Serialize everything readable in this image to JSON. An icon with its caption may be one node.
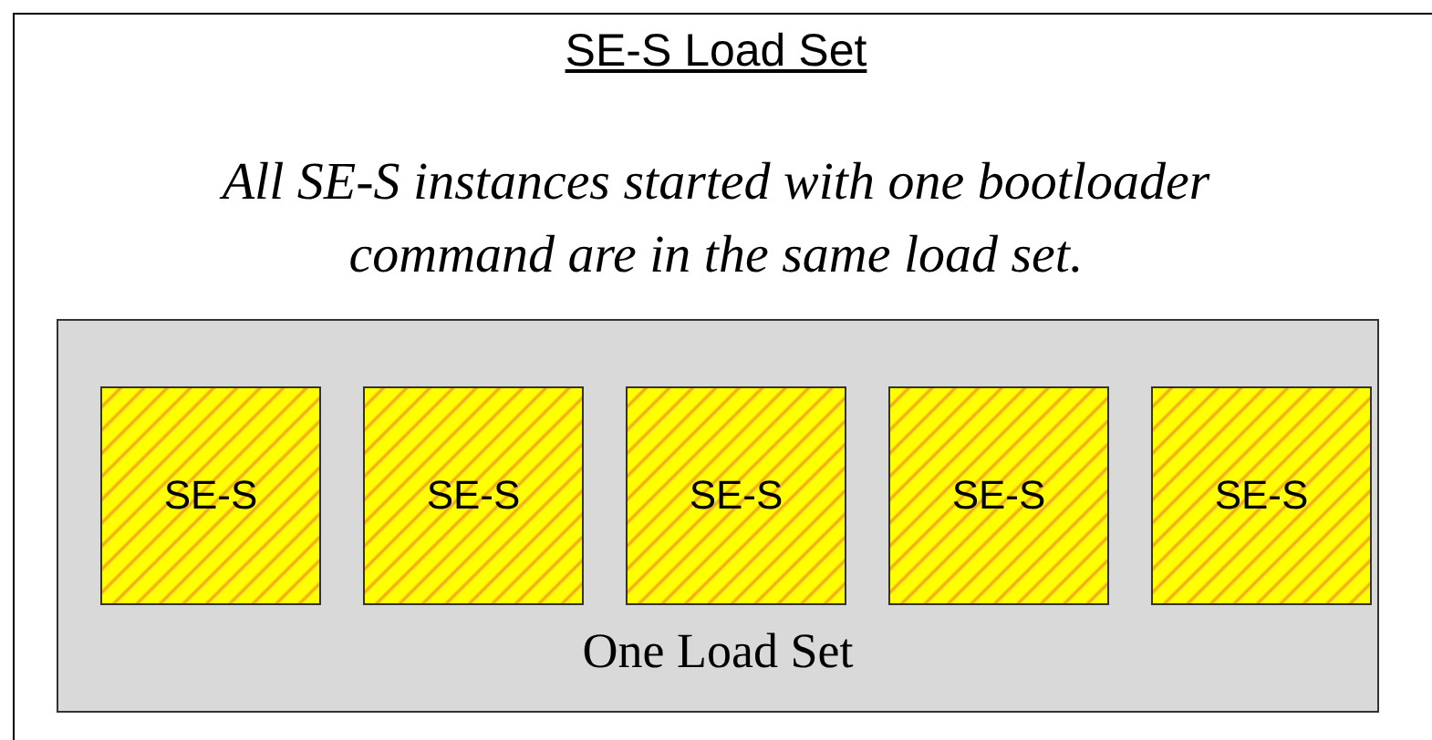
{
  "diagram": {
    "title": "SE-S Load Set",
    "nodes": [
      {
        "text": [
          "One Load Set"
        ]
      },
      {
        "text": [
          "SE-S"
        ],
        "in": 0
      },
      {
        "text": [
          "SE-S"
        ],
        "in": 0
      },
      {
        "text": [
          "SE-S"
        ],
        "in": 0
      },
      {
        "text": [
          "SE-S"
        ],
        "in": 0
      },
      {
        "text": [
          "SE-S"
        ],
        "in": 0
      }
    ],
    "labels": [
      "All SE-S instances started with one bootloader command are in the same load set."
    ]
  }
}
